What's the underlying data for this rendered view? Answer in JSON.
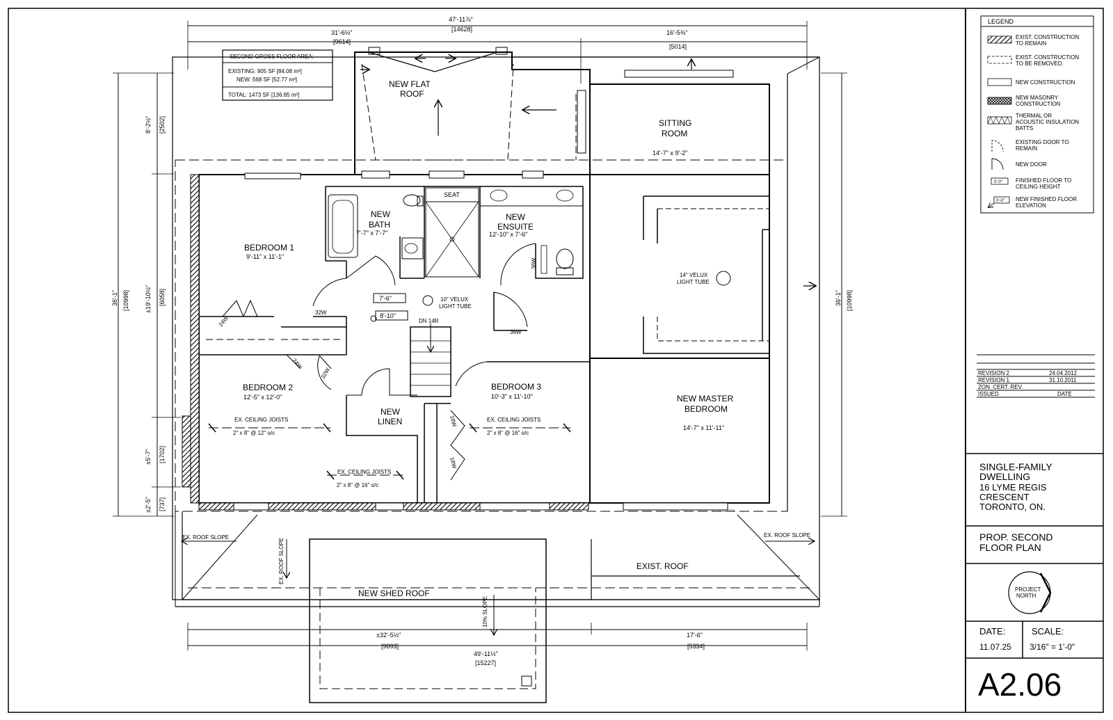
{
  "sheet": {
    "number": "A2.06",
    "project": [
      "SINGLE-FAMILY",
      "DWELLING"
    ],
    "address": [
      "16 LYME REGIS",
      "CRESCENT",
      "TORONTO, ON."
    ],
    "drawing_title": [
      "PROP. SECOND",
      "FLOOR PLAN"
    ],
    "date_label": "DATE:",
    "date_value": "11.07.25",
    "scale_label": "SCALE:",
    "scale_value": "3/16\" = 1'-0\"",
    "north": [
      "PROJECT",
      "NORTH"
    ]
  },
  "legend": {
    "title": "LEGEND",
    "items": [
      {
        "lines": [
          "EXIST. CONSTRUCTION",
          "TO REMAIN"
        ]
      },
      {
        "lines": [
          "EXIST. CONSTRUCTION",
          "TO BE REMOVED."
        ]
      },
      {
        "lines": [
          "NEW CONSTRUCTION"
        ]
      },
      {
        "lines": [
          "NEW MASONRY",
          "CONSTRUCTION"
        ]
      },
      {
        "lines": [
          "THERMAL OR",
          "ACOUSTIC INSULATION",
          "BATTS"
        ]
      },
      {
        "lines": [
          "EXISTING DOOR TO",
          "REMAIN"
        ]
      },
      {
        "lines": [
          "NEW DOOR"
        ]
      },
      {
        "lines": [
          "FINISHED FLOOR TO",
          "CEILING HEIGHT"
        ]
      },
      {
        "lines": [
          "NEW FINISHED FLOOR",
          "ELEVATION"
        ]
      }
    ],
    "symbol_tag": "0'-0\""
  },
  "revisions": [
    {
      "label": "REVISION 2",
      "date": "24.04.2012"
    },
    {
      "label": "REVISION 1",
      "date": "31.10.2011"
    },
    {
      "label": "ZON. CERT. REV.",
      "date": ""
    },
    {
      "label": "ISSUED",
      "date": "DATE"
    }
  ],
  "gfa": {
    "title": "SECOND GROSS FLOOR AREA:",
    "existing": "EXISTING: 905 SF [84.08 m²]",
    "new": "NEW: 568 SF [52.77 m²]",
    "total": "TOTAL: 1473 SF [136.85 m²]"
  },
  "rooms": {
    "flat_roof": [
      "NEW FLAT",
      "ROOF"
    ],
    "sitting": [
      "SITTING",
      "ROOM"
    ],
    "sitting_dim": "14'-7\" x 9'-2\"",
    "bath": [
      "NEW",
      "BATH"
    ],
    "bath_dim": "7'-7\" x 7'-7\"",
    "seat": "SEAT",
    "ensuite": [
      "NEW",
      "ENSUITE"
    ],
    "ensuite_dim": "12'-10\" x 7'-6\"",
    "bed1": "BEDROOM 1",
    "bed1_dim": "9'-11\" x 11'-1\"",
    "bed2": "BEDROOM 2",
    "bed2_dim": "12'-5\" x 12'-0\"",
    "bed3": "BEDROOM 3",
    "bed3_dim": "10'-3\" x 11'-10\"",
    "master": [
      "NEW MASTER",
      "BEDROOM"
    ],
    "master_dim": "14'-7\" x 11'-11\"",
    "linen": [
      "NEW",
      "LINEN"
    ],
    "velux14": [
      "14\" VELUX",
      "LIGHT TUBE"
    ],
    "velux10": [
      "10\" VELUX",
      "LIGHT TUBE"
    ],
    "stair": "DN 14R",
    "ffe1": "7'-6\"",
    "ffe2": "8'-10\"",
    "joists_label": "EX. CEILING JOISTS",
    "joists_a": "2\" x 8\" @ 12\" o/c",
    "joists_b": "2\" x 8\" @ 16\" o/c",
    "shed_roof": "NEW SHED ROOF",
    "exist_roof": "EXIST. ROOF",
    "roof_slope": "EX. ROOF SLOPE",
    "slope_pct": "10% SLOPE",
    "door_32w": "32W",
    "door_24w": "24W",
    "door_36w": "36W",
    "door_18w": "18W"
  },
  "dims": {
    "top_overall": "47'-11⅞\"",
    "top_overall_mm": "[14628]",
    "top_left": "31'-6½\"",
    "top_left_mm": "[9614]",
    "top_right": "16'-5⅜\"",
    "top_right_mm": "[5014]",
    "left_overall": "36'-1\"",
    "left_overall_mm": "[10998]",
    "left_a": "8'-2½\"",
    "left_a_mm": "[2502]",
    "left_b": "±19'-10½\"",
    "left_b_mm": "[6058]",
    "left_c": "±5'-7\"",
    "left_c_mm": "[1702]",
    "left_d": "±2'-5\"",
    "left_d_mm": "[737]",
    "right_overall": "36'-1\"",
    "right_overall_mm": "[10998]",
    "bot_left": "±32'-5½\"",
    "bot_left_mm": "[9893]",
    "bot_right": "17'-6\"",
    "bot_right_mm": "[5334]",
    "bot_overall": "49'-11½\"",
    "bot_overall_mm": "[15227]"
  }
}
